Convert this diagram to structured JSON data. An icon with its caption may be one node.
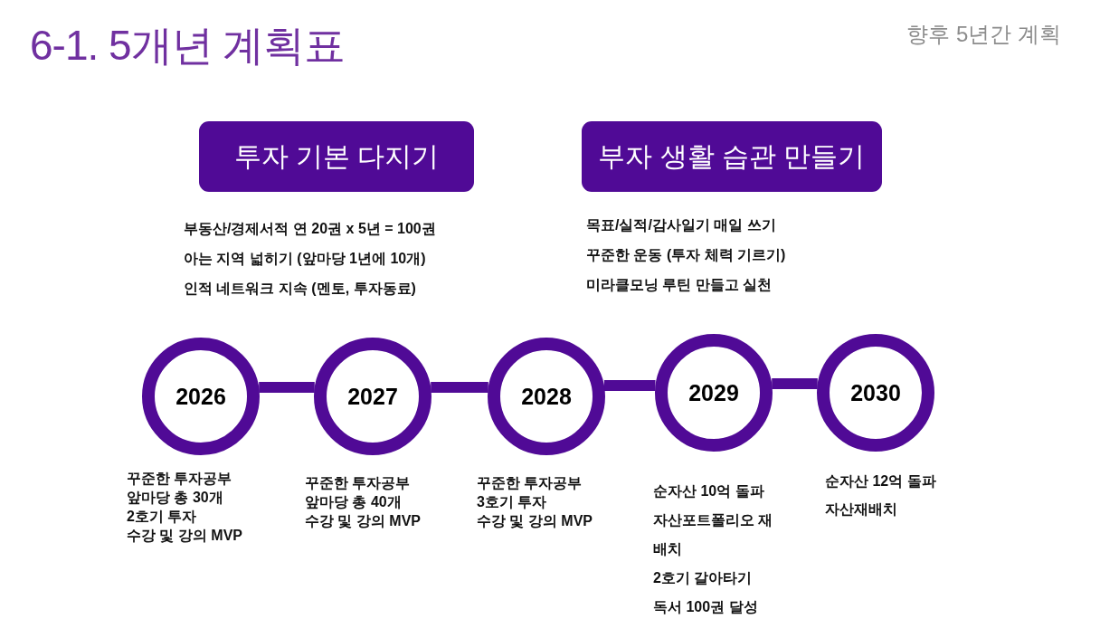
{
  "diagram": {
    "title": "6-1. 5개년 계획표",
    "nodes": [
      {
        "text": [
          "투자 기본 다지기"
        ],
        "beside": [
          "부동산/경제서적 연 20권 x 5년 = 100권",
          "아는 지역 넓히기 (앞마당 1년에 10개)",
          "인적 네트워크 지속 (멘토, 투자동료)"
        ]
      },
      {
        "text": [
          "부자 생활 습관 만들기"
        ],
        "beside": [
          "목표/실적/감사일기 매일 쓰기",
          "꾸준한 운동 (투자 체력 기르기)",
          "미라클모닝 루틴 만들고 실천"
        ]
      },
      {
        "text": [
          "2026"
        ],
        "beside": [
          "꾸준한 투자공부",
          "앞마당 총 30개",
          "2호기 투자",
          "수강 및 강의 MVP"
        ]
      },
      {
        "text": [
          "2027"
        ],
        "beside": [
          "꾸준한 투자공부",
          "앞마당 총 40개",
          "수강 및 강의 MVP"
        ]
      },
      {
        "text": [
          "2028"
        ],
        "beside": [
          "꾸준한 투자공부",
          "3호기 투자",
          "수강 및 강의 MVP"
        ]
      },
      {
        "text": [
          "2029"
        ],
        "beside": [
          "순자산 10억 돌파",
          "자산포트폴리오 재배치",
          "2호기 갈아타기",
          "독서 100권 달성"
        ]
      },
      {
        "text": [
          "2030"
        ],
        "beside": [
          "순자산 12억 돌파",
          "자산재배치"
        ]
      }
    ],
    "edges": [
      {
        "from": 2,
        "to": 3,
        "arrow": "none"
      },
      {
        "from": 3,
        "to": 4,
        "arrow": "none"
      },
      {
        "from": 4,
        "to": 5,
        "arrow": "none"
      },
      {
        "from": 5,
        "to": 6,
        "arrow": "none"
      }
    ],
    "labels": [
      "향후 5년간 계획"
    ]
  }
}
